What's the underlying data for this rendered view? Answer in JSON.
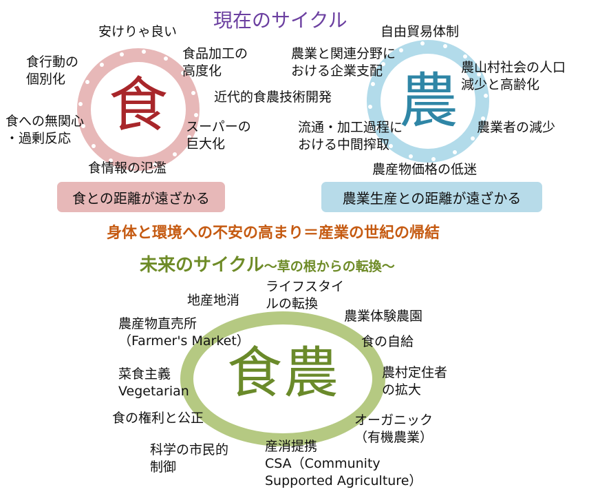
{
  "current": {
    "title": "現在のサイクル",
    "food_char": "食",
    "farm_char": "農",
    "food_labels": [
      "安けりゃ良い",
      [
        "食行動の",
        "個別化"
      ],
      [
        "食品加工の",
        "高度化"
      ],
      "近代的食農技術開発",
      [
        "食への無関心",
        "・過剰反応"
      ],
      [
        "スーパーの",
        "巨大化"
      ],
      "食情報の氾濫"
    ],
    "farm_labels": [
      "自由貿易体制",
      [
        "農業と関連分野に",
        "おける企業支配"
      ],
      [
        "農山村社会の人口",
        "減少と高齢化"
      ],
      [
        "流通・加工過程に",
        "おける中間搾取"
      ],
      "農業者の減少",
      "農産物価格の低迷"
    ],
    "food_box": "食との距離が遠ざかる",
    "farm_box": "農業生産との距離が遠ざかる",
    "conclusion": "身体と環境への不安の高まり＝産業の世紀の帰結"
  },
  "future": {
    "title": "未来のサイクル",
    "subtitle": "～草の根からの転換～",
    "center": "食農",
    "labels": [
      "地産地消",
      [
        "ライフスタイ",
        "ルの転換"
      ],
      "農業体験農園",
      [
        "農産物直売所",
        "（Farmer's Market）"
      ],
      "食の自給",
      [
        "菜食主義",
        "Vegetarian"
      ],
      [
        "農村定住者",
        "の拡大"
      ],
      "食の権利と公正",
      [
        "オーガニック",
        "（有機農業）"
      ],
      [
        "科学の市民的",
        "制御"
      ],
      [
        "産消提携",
        "CSA（Community",
        "Supported Agriculture）"
      ]
    ]
  },
  "colors": {
    "title_purple": "#6b3fa0",
    "food_ring": "#e7b8b8",
    "food_char": "#a8262a",
    "food_box": "#e7b8b8",
    "farm_ring": "#b2dbea",
    "farm_char": "#2f86a6",
    "farm_box": "#b7dbe9",
    "conclusion": "#c55a11",
    "future_title": "#6e8b27",
    "future_ring": "#b5c982",
    "future_center": "#6a8a2a"
  }
}
